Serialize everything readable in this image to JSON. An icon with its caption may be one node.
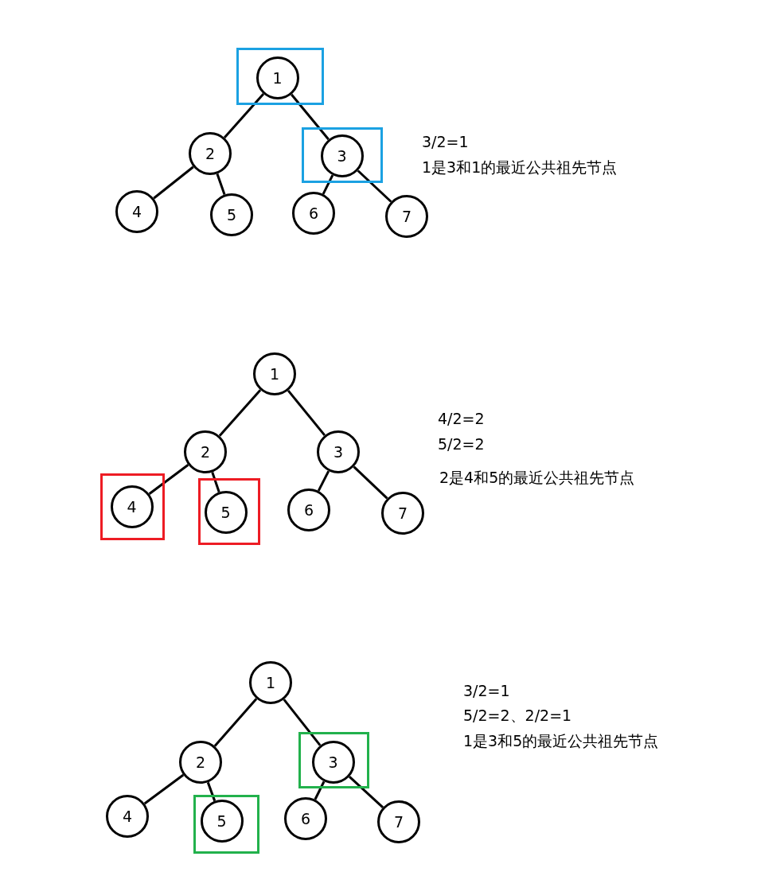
{
  "diagram": {
    "nodes": [
      {
        "text": [],
        "shape": "box"
      },
      {
        "text": [
          "1"
        ],
        "in": 0
      },
      {
        "text": [
          "2"
        ]
      },
      {
        "text": [],
        "shape": "box"
      },
      {
        "text": [
          "3"
        ],
        "in": 3
      },
      {
        "text": [
          "4"
        ]
      },
      {
        "text": [
          "5"
        ]
      },
      {
        "text": [
          "6"
        ]
      },
      {
        "text": [
          "7"
        ]
      },
      {
        "text": [
          "1"
        ]
      },
      {
        "text": [
          "2"
        ]
      },
      {
        "text": [
          "3"
        ]
      },
      {
        "text": [],
        "shape": "box"
      },
      {
        "text": [
          "4"
        ],
        "in": 12
      },
      {
        "text": [],
        "shape": "box"
      },
      {
        "text": [
          "5"
        ],
        "in": 14
      },
      {
        "text": [
          "6"
        ]
      },
      {
        "text": [
          "7"
        ]
      },
      {
        "text": [
          "1"
        ]
      },
      {
        "text": [
          "2"
        ]
      },
      {
        "text": [],
        "shape": "box"
      },
      {
        "text": [
          "3"
        ],
        "in": 20
      },
      {
        "text": [
          "4"
        ]
      },
      {
        "text": [],
        "shape": "box"
      },
      {
        "text": [
          "5"
        ],
        "in": 23
      },
      {
        "text": [
          "6"
        ]
      },
      {
        "text": [
          "7"
        ]
      }
    ],
    "edges": [
      {
        "from": 1,
        "to": 2,
        "arrow": "none"
      },
      {
        "from": 1,
        "to": 4,
        "arrow": "none"
      },
      {
        "from": 2,
        "to": 5,
        "arrow": "none"
      },
      {
        "from": 2,
        "to": 6,
        "arrow": "none"
      },
      {
        "from": 4,
        "to": 7,
        "arrow": "none"
      },
      {
        "from": 4,
        "to": 8,
        "arrow": "none"
      },
      {
        "from": 9,
        "to": 10,
        "arrow": "none"
      },
      {
        "from": 9,
        "to": 11,
        "arrow": "none"
      },
      {
        "from": 10,
        "to": 13,
        "arrow": "none"
      },
      {
        "from": 10,
        "to": 15,
        "arrow": "none"
      },
      {
        "from": 11,
        "to": 16,
        "arrow": "none"
      },
      {
        "from": 11,
        "to": 17,
        "arrow": "none"
      },
      {
        "from": 18,
        "to": 19,
        "arrow": "none"
      },
      {
        "from": 18,
        "to": 21,
        "arrow": "none"
      },
      {
        "from": 19,
        "to": 22,
        "arrow": "none"
      },
      {
        "from": 19,
        "to": 24,
        "arrow": "none"
      },
      {
        "from": 21,
        "to": 25,
        "arrow": "none"
      },
      {
        "from": 21,
        "to": 26,
        "arrow": "none"
      }
    ],
    "labels": [
      "3/2=1",
      "1是3和1的最近公共祖先节点",
      "4/2=2",
      "5/2=2",
      "2是4和5的最近公共祖先节点",
      "3/2=1",
      "5/2=2、2/2=1",
      "1是3和5的最近公共祖先节点"
    ]
  }
}
